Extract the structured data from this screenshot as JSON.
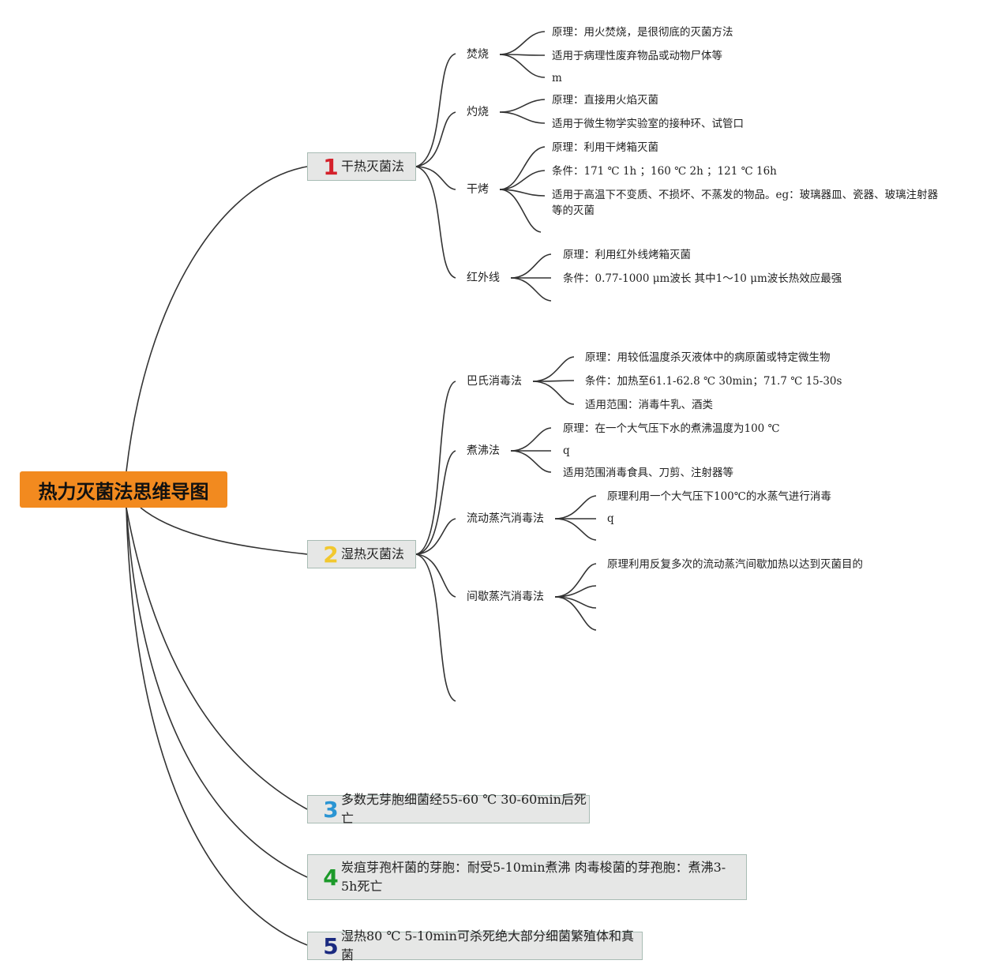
{
  "root": {
    "title": "热力灭菌法思维导图"
  },
  "branches": [
    {
      "num": "1",
      "num_color": "#d4212b",
      "label": "干热灭菌法",
      "children": [
        {
          "label": "焚烧",
          "leaves": [
            "原理：用火焚烧，是很彻底的灭菌方法",
            "适用于病理性废弃物品或动物尸体等",
            "m"
          ]
        },
        {
          "label": "灼烧",
          "leaves": [
            "原理：直接用火焰灭菌",
            "适用于微生物学实验室的接种环、试管口"
          ]
        },
        {
          "label": "干烤",
          "leaves": [
            "原理：利用干烤箱灭菌",
            "条件：171 ℃ 1h ；160 ℃ 2h ；121 ℃ 16h",
            "适用于高温下不变质、不损坏、不蒸发的物品。eg：玻璃器皿、瓷器、玻璃注射器等的灭菌",
            ""
          ]
        },
        {
          "label": "红外线",
          "leaves": [
            "原理：利用红外线烤箱灭菌",
            "条件：0.77-1000 μm波长 其中1～10 μm波长热效应最强",
            ""
          ]
        }
      ]
    },
    {
      "num": "2",
      "num_color": "#f2c82e",
      "label": "湿热灭菌法",
      "children": [
        {
          "label": "巴氏消毒法",
          "leaves": [
            "原理：用较低温度杀灭液体中的病原菌或特定微生物",
            "条件：加热至61.1-62.8 ℃ 30min；71.7 ℃ 15-30s",
            "适用范围：消毒牛乳、酒类"
          ]
        },
        {
          "label": "煮沸法",
          "leaves": [
            "原理：在一个大气压下水的煮沸温度为100 ℃",
            "q",
            "适用范围消毒食具、刀剪、注射器等"
          ]
        },
        {
          "label": "流动蒸汽消毒法",
          "leaves": [
            "原理利用一个大气压下100℃的水蒸气进行消毒",
            "q",
            ""
          ]
        },
        {
          "label": "间歇蒸汽消毒法",
          "leaves": [
            "原理利用反复多次的流动蒸汽间歇加热以达到灭菌目的",
            "",
            "",
            ""
          ]
        },
        {
          "label": "",
          "leaves": []
        }
      ]
    },
    {
      "num": "3",
      "num_color": "#2b95d3",
      "label": "多数无芽胞细菌经55-60 ℃ 30-60min后死亡"
    },
    {
      "num": "4",
      "num_color": "#1c9a2a",
      "label": "炭疽芽孢杆菌的芽胞：耐受5-10min煮沸 肉毒梭菌的芽孢胞：煮沸3-5h死亡"
    },
    {
      "num": "5",
      "num_color": "#1a2a80",
      "label": "湿热80 ℃ 5-10min可杀死绝大部分细菌繁殖体和真菌"
    }
  ]
}
